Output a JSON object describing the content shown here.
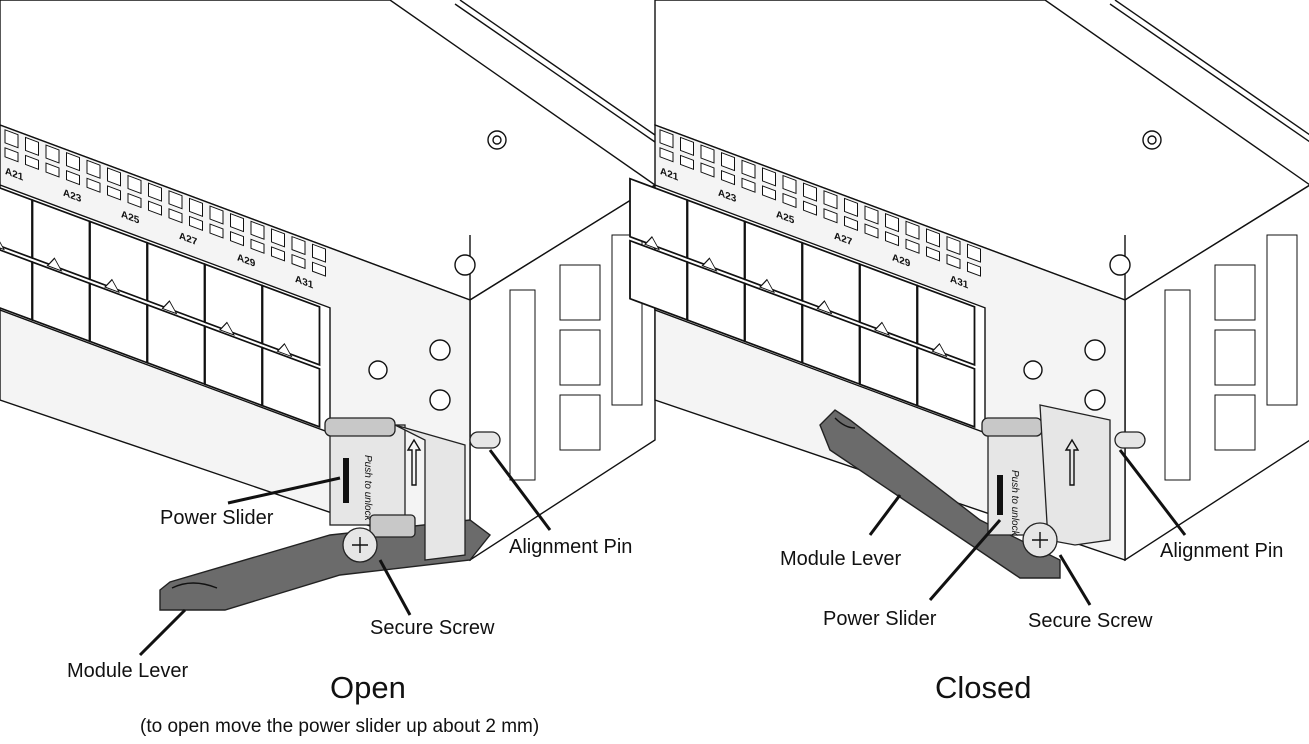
{
  "port_labels": [
    "A21",
    "A23",
    "A25",
    "A27",
    "A29",
    "A31"
  ],
  "slider_text": "Push to unlock",
  "open_view": {
    "caption": "Open",
    "note": "(to open move the power slider up about 2 mm)",
    "labels": {
      "power_slider": "Power Slider",
      "alignment_pin": "Alignment Pin",
      "secure_screw": "Secure Screw",
      "module_lever": "Module Lever"
    }
  },
  "closed_view": {
    "caption": "Closed",
    "labels": {
      "module_lever": "Module Lever",
      "alignment_pin": "Alignment Pin",
      "power_slider": "Power Slider",
      "secure_screw": "Secure Screw"
    }
  },
  "colors": {
    "lever": "#6b6b6b",
    "latch": "#c8c8c8",
    "line": "#111111"
  }
}
